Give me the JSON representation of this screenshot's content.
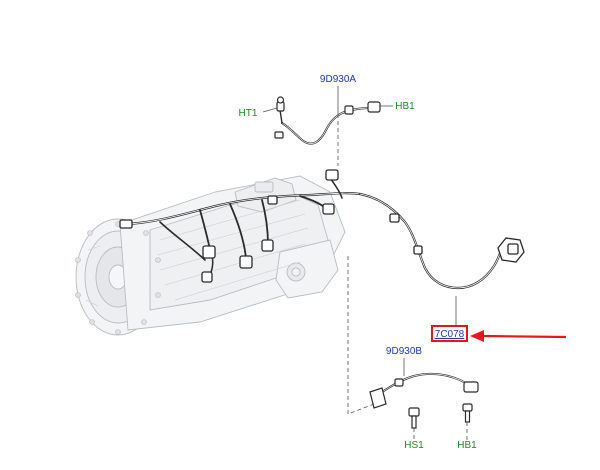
{
  "labels": {
    "harness_upper": "9D930A",
    "harness_lower": "9D930B",
    "main_harness": "7C078",
    "ht1": "HT1",
    "hb1_upper": "HB1",
    "hs1": "HS1",
    "hb1_lower": "HB1"
  },
  "colors": {
    "part_label": "#1c35c8",
    "connector_label": "#1e8a22",
    "highlight_box": "#e8161b",
    "arrow": "#e8161b",
    "line_art": "#2b2b2b",
    "ghost_art": "#c9cccf"
  },
  "highlight": {
    "target": "main_harness",
    "indicator": "arrow-left"
  }
}
